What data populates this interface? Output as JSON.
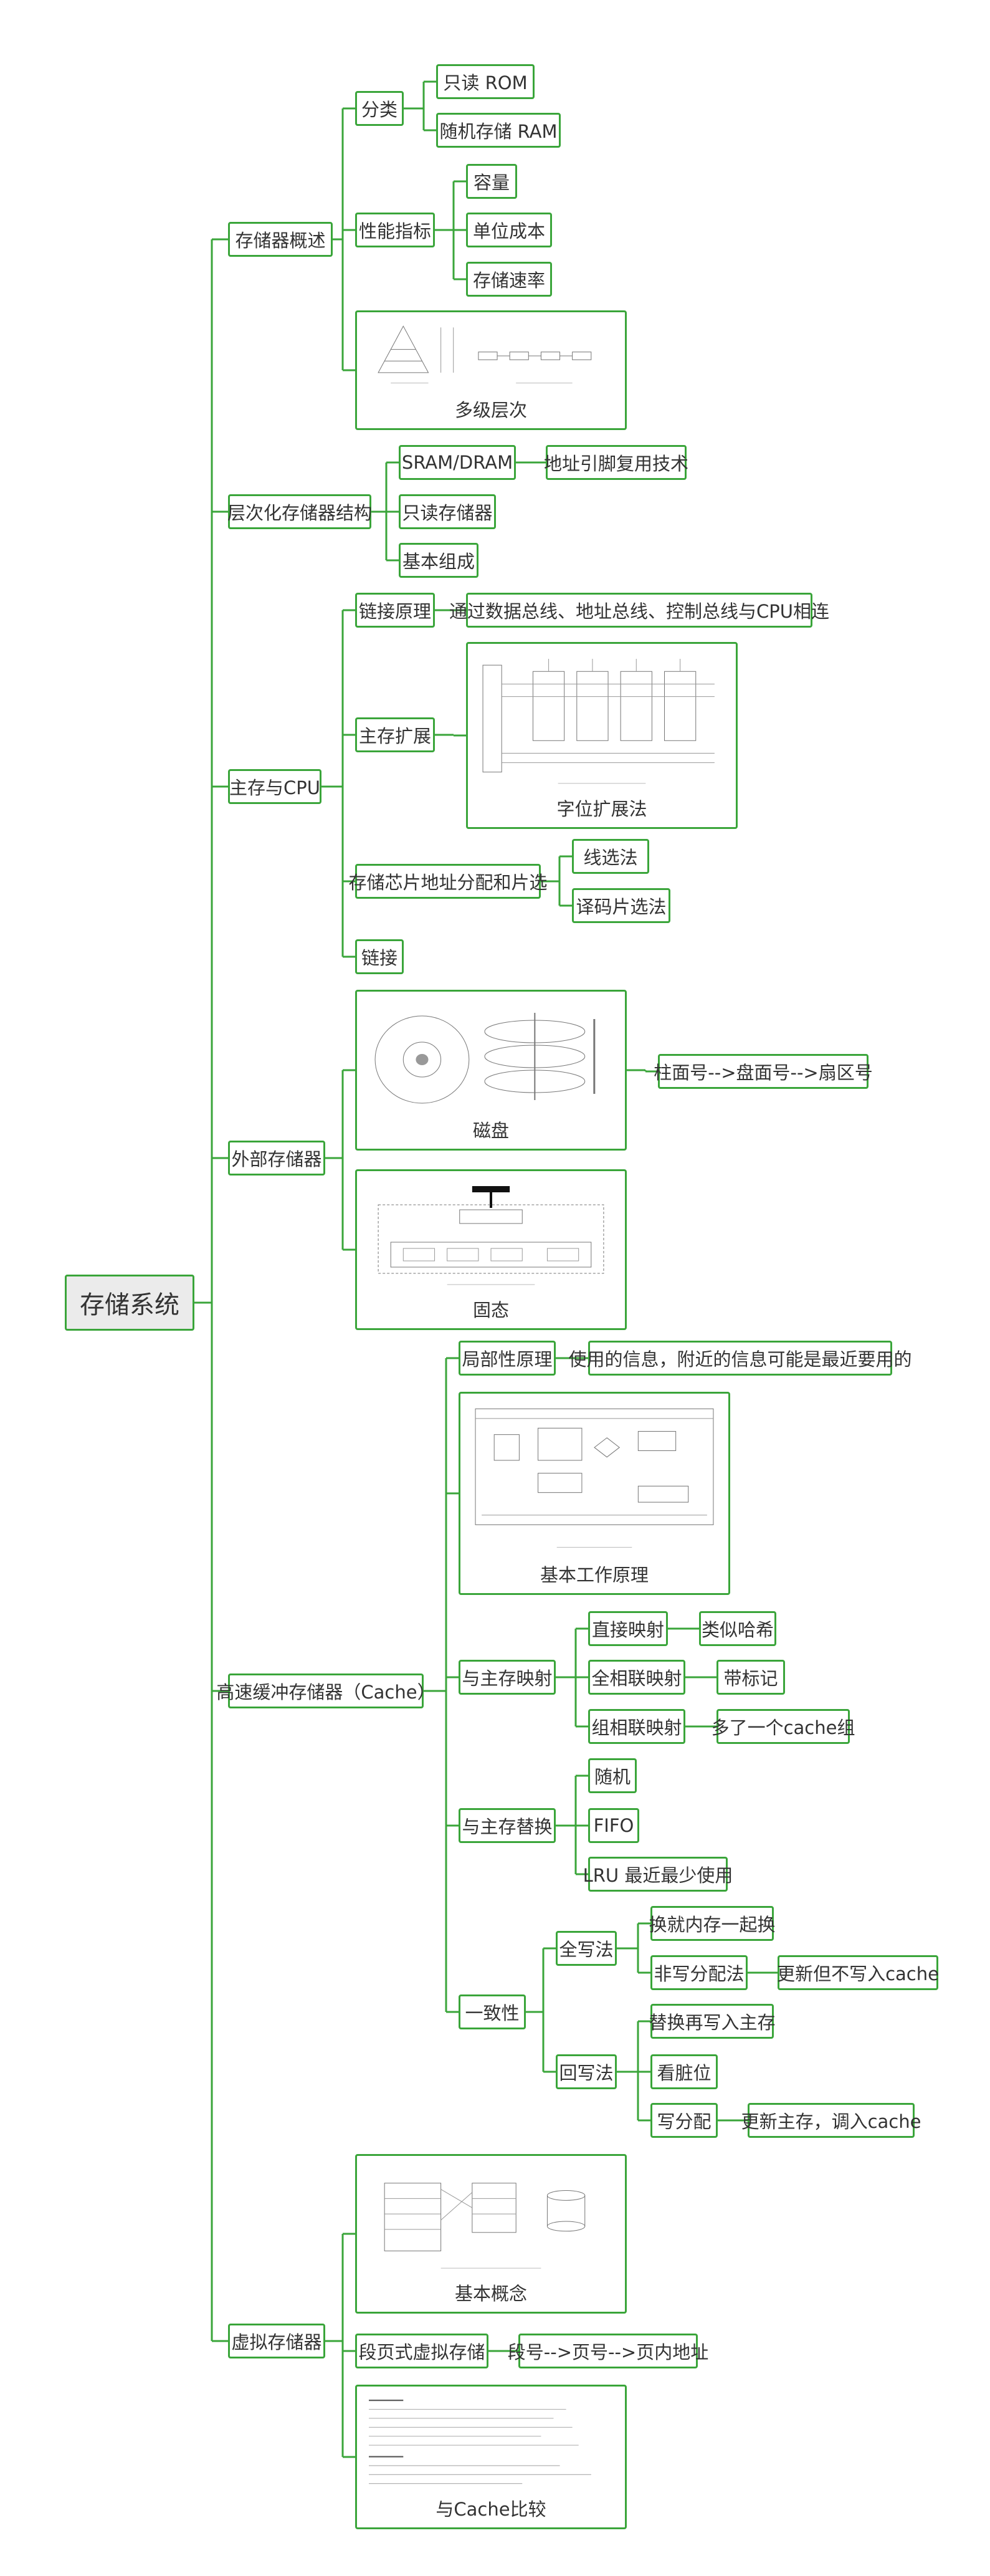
{
  "diagram": {
    "root": "存储系统",
    "branches": {
      "overview": {
        "label": "存储器概述",
        "classify": {
          "label": "分类",
          "items": [
            "只读 ROM",
            "随机存储 RAM"
          ]
        },
        "metrics": {
          "label": "性能指标",
          "items": [
            "容量",
            "单位成本",
            "存储速率"
          ]
        },
        "levels": {
          "label": "多级层次"
        }
      },
      "hier": {
        "label": "层次化存储器结构",
        "sram": {
          "label": "SRAM/DRAM",
          "child": "地址引脚复用技术"
        },
        "rom": "只读存储器",
        "basic": "基本组成"
      },
      "cpu": {
        "label": "主存与CPU",
        "link_principle": {
          "label": "链接原理",
          "child": "通过数据总线、地址总线、控制总线与CPU相连"
        },
        "expand": {
          "label": "主存扩展",
          "image_label": "字位扩展法"
        },
        "chip_select": {
          "label": "存储芯片地址分配和片选",
          "items": [
            "线选法",
            "译码片选法"
          ]
        },
        "connect": "链接"
      },
      "ext": {
        "label": "外部存储器",
        "disk": {
          "label": "磁盘",
          "child": "柱面号-->盘面号-->扇区号"
        },
        "ssd": {
          "label": "固态"
        }
      },
      "cache": {
        "label": "高速缓冲存储器（Cache）",
        "locality": {
          "label": "局部性原理",
          "child": "使用的信息，附近的信息可能是最近要用的"
        },
        "work": {
          "label": "基本工作原理"
        },
        "mapping": {
          "label": "与主存映射",
          "direct": {
            "label": "直接映射",
            "child": "类似哈希"
          },
          "full": {
            "label": "全相联映射",
            "child": "带标记"
          },
          "set": {
            "label": "组相联映射",
            "child": "多了一个cache组"
          }
        },
        "replace": {
          "label": "与主存替换",
          "items": [
            "随机",
            "FIFO",
            "LRU 最近最少使用"
          ]
        },
        "consistency": {
          "label": "一致性",
          "write_through": {
            "label": "全写法",
            "a": "换就内存一起换",
            "b": {
              "label": "非写分配法",
              "child": "更新但不写入cache"
            }
          },
          "write_back": {
            "label": "回写法",
            "a": "替换再写入主存",
            "b": "看脏位",
            "c": {
              "label": "写分配",
              "child": "更新主存，调入cache"
            }
          }
        }
      },
      "vm": {
        "label": "虚拟存储器",
        "concept": {
          "label": "基本概念"
        },
        "seg": {
          "label": "段页式虚拟存储",
          "child": "段号-->页号-->页内地址"
        },
        "compare": {
          "label": "与Cache比较"
        }
      }
    },
    "colors": {
      "line": "#3aa53a",
      "root_fill": "#ebebeb",
      "text": "#333333"
    }
  }
}
